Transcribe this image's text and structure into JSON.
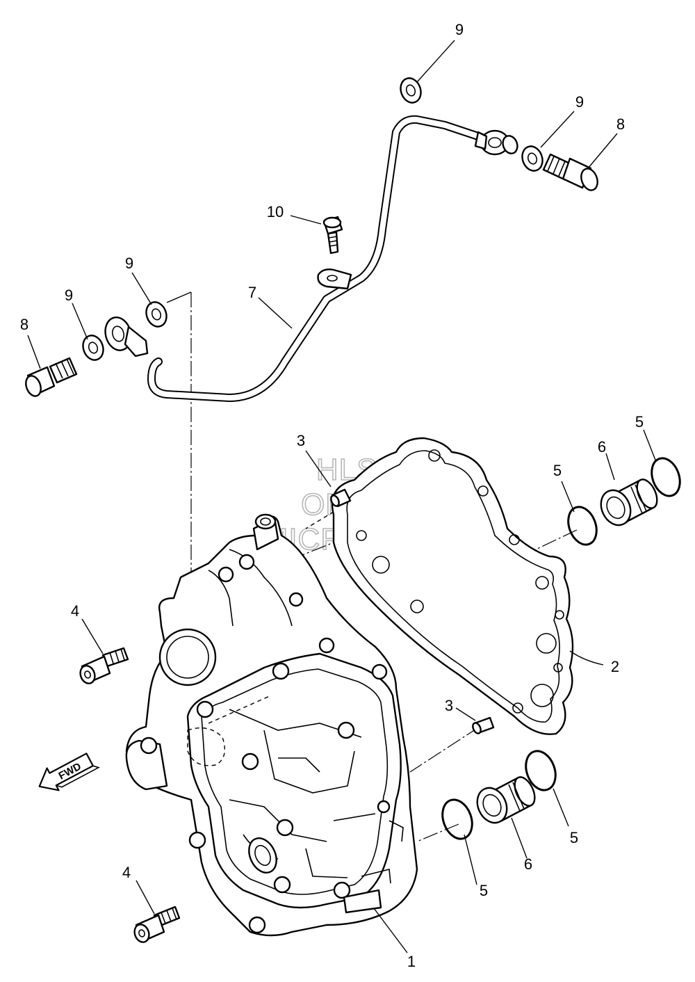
{
  "watermark": {
    "line1": "HLSM",
    "line2": "ONLINE",
    "line3": "MICROFICHE"
  },
  "direction_arrow": {
    "label": "FWD",
    "icon": "fwd-arrow-icon"
  },
  "callouts": {
    "c1": "1",
    "c2": "2",
    "c3a": "3",
    "c3b": "3",
    "c4a": "4",
    "c4b": "4",
    "c5a": "5",
    "c5b": "5",
    "c5c": "5",
    "c5d": "5",
    "c6a": "6",
    "c6b": "6",
    "c7": "7",
    "c8a": "8",
    "c8b": "8",
    "c9a": "9",
    "c9b": "9",
    "c9c": "9",
    "c9d": "9",
    "c10": "10"
  }
}
